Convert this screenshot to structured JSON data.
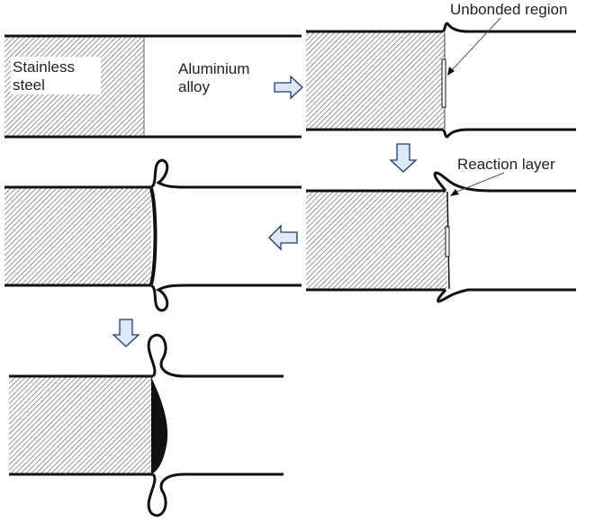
{
  "labels": {
    "steel": [
      "Stainless",
      "steel"
    ],
    "aluminium": [
      "Aluminium",
      "alloy"
    ],
    "unbonded": "Unbonded region",
    "reaction": "Reaction layer"
  },
  "colors": {
    "arrow_fill": "#dfe8f5",
    "arrow_stroke": "#1f3a7a",
    "line": "#111111"
  }
}
